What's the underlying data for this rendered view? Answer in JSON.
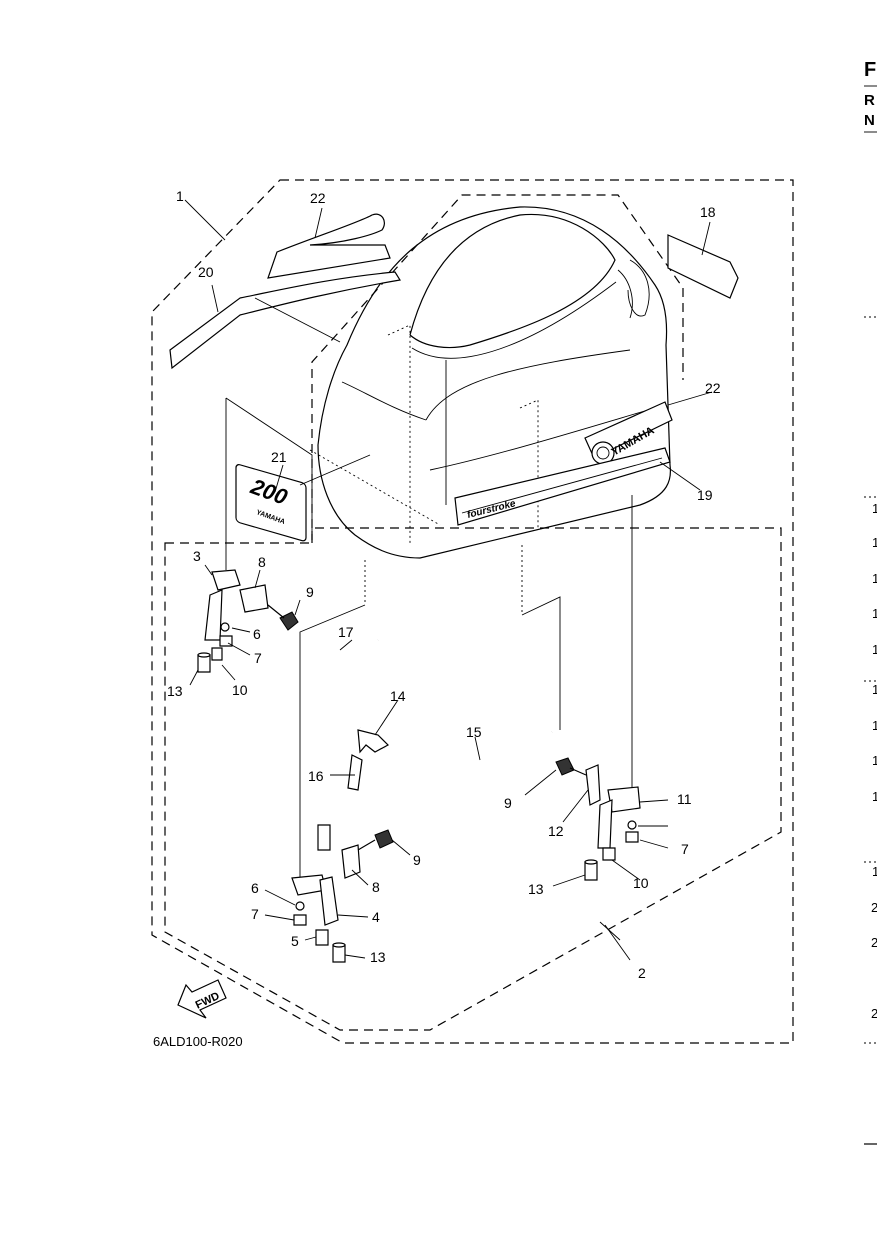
{
  "diagram_code": "6ALD100-R020",
  "fwd_label": "FWD",
  "logo_texts": {
    "yamaha": "YAMAHA",
    "fourstroke": "fourstroke",
    "model": "200"
  },
  "edge_text": {
    "header": [
      "F",
      "R",
      "N"
    ],
    "column": [
      "1",
      "1",
      "1",
      "1",
      "1",
      "1",
      "1",
      "1",
      "1",
      "1",
      "2",
      "2",
      "2"
    ]
  },
  "callouts": [
    "1",
    "2",
    "3",
    "4",
    "5",
    "6",
    "6",
    "7",
    "7",
    "7",
    "8",
    "8",
    "9",
    "9",
    "9",
    "10",
    "10",
    "11",
    "12",
    "13",
    "13",
    "13",
    "14",
    "15",
    "16",
    "17",
    "18",
    "19",
    "20",
    "21",
    "22",
    "22"
  ]
}
